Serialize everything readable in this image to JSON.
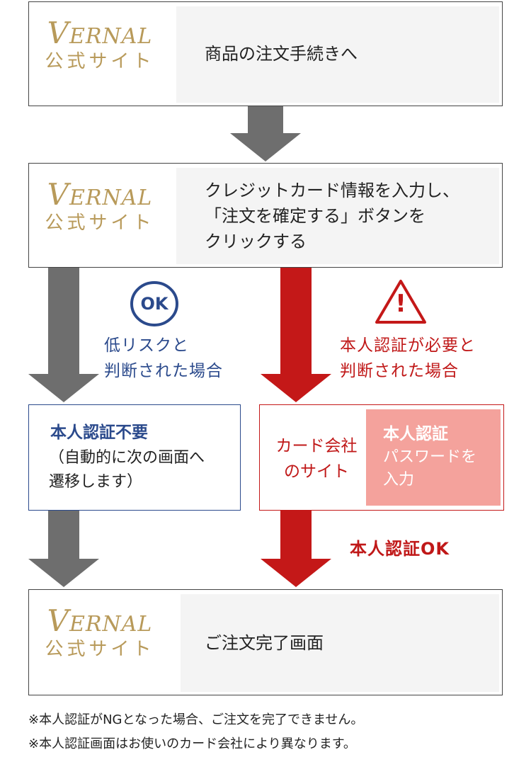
{
  "logo": {
    "word": "VERNAL",
    "subtitle": "公式サイト"
  },
  "steps": {
    "step1": "商品の注文手続きへ",
    "step2": [
      "クレジットカード情報を入力し、",
      "「注文を確定する」ボタンを",
      "クリックする"
    ],
    "step_final": "ご注文完了画面"
  },
  "left_branch": {
    "badge": "OK",
    "label": [
      "低リスクと",
      "判断された場合"
    ],
    "box_title": "本人認証不要",
    "box_body": [
      "（自動的に次の画面へ",
      "遷移します）"
    ]
  },
  "right_branch": {
    "warning_mark": "!",
    "label": [
      "本人認証が必要と",
      "判断された場合"
    ],
    "card_site": [
      "カード会社",
      "のサイト"
    ],
    "auth_title": "本人認証",
    "auth_body": [
      "パスワードを",
      "入力"
    ],
    "auth_ok": "本人認証OK"
  },
  "notes": [
    "※本人認証がNGとなった場合、ご注文を完了できません。",
    "※本人認証画面はお使いのカード会社により異なります。"
  ],
  "colors": {
    "gray_arrow": "#6e6e6e",
    "red_arrow": "#c41818",
    "blue": "#2b4a8c",
    "gold": "#b89a5a",
    "pink": "#f4a29c"
  }
}
